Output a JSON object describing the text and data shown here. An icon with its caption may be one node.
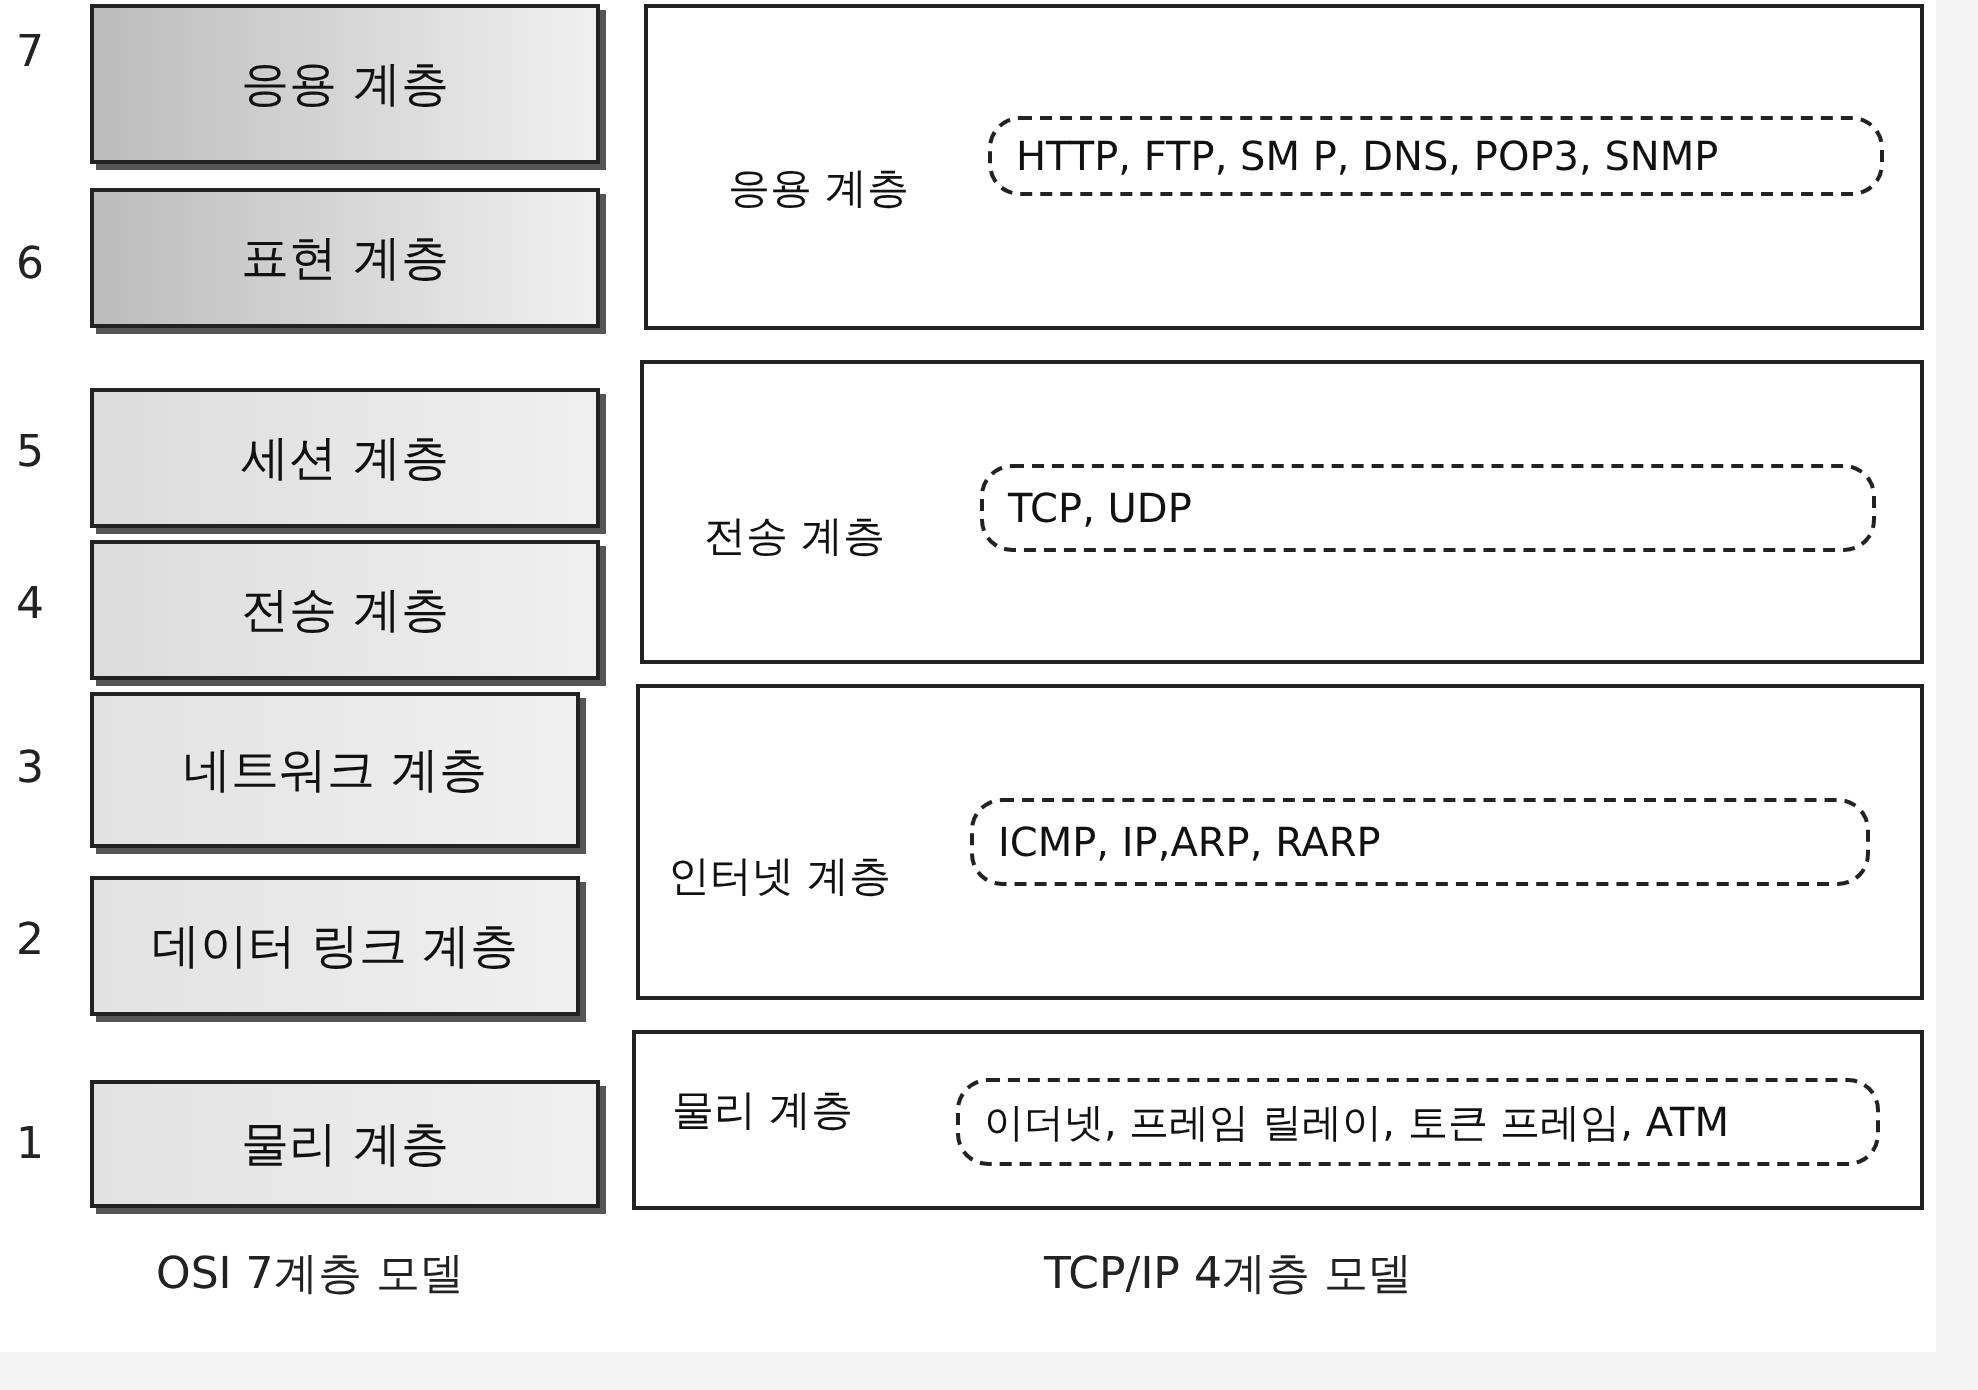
{
  "diagram": {
    "nodes": [
      {
        "text": [
          "응용 계층"
        ]
      },
      {
        "text": [
          "표현 계층"
        ]
      },
      {
        "text": [
          "세션 계층"
        ]
      },
      {
        "text": [
          "전송 계층"
        ]
      },
      {
        "text": [
          "네트워크 계층"
        ]
      },
      {
        "text": [
          "데이터 링크 계층"
        ]
      },
      {
        "text": [
          "물리 계층"
        ]
      },
      {
        "text": [
          "응용 계층"
        ]
      },
      {
        "text": [
          "HTTP, FTP, SM P, DNS, POP3, SNMP"
        ],
        "in": 7
      },
      {
        "text": [
          "전송 계층"
        ]
      },
      {
        "text": [
          "TCP, UDP"
        ],
        "in": 9
      },
      {
        "text": [
          "인터넷 계층"
        ]
      },
      {
        "text": [
          "ICMP, IP,ARP, RARP"
        ],
        "in": 11
      },
      {
        "text": [
          "물리 계층"
        ]
      },
      {
        "text": [
          "이더넷, 프레임 릴레이, 토큰 프레임, ATM"
        ],
        "in": 13
      }
    ],
    "edges": [],
    "labels": [
      "7",
      "6",
      "5",
      "4",
      "3",
      "2",
      "1",
      "OSI 7계층 모델",
      "TCP/IP 4계층 모델"
    ]
  }
}
